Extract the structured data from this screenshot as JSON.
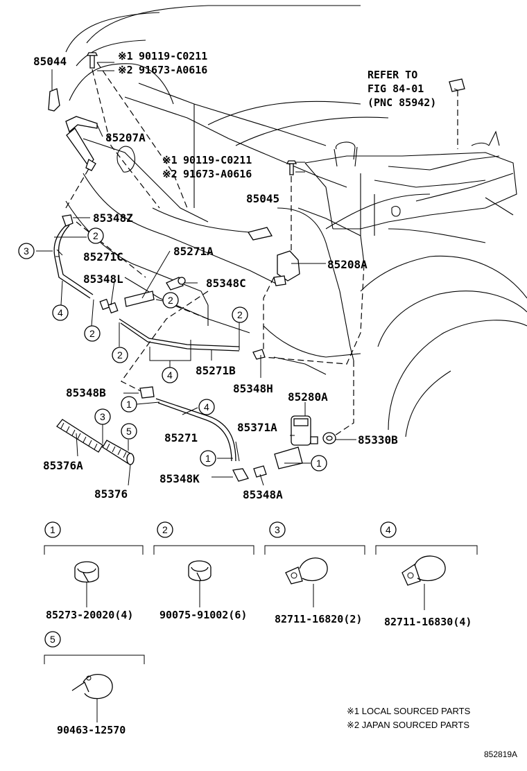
{
  "parts": {
    "p85044": "85044",
    "p85207A": "85207A",
    "p85348Z": "85348Z",
    "p85271C": "85271C",
    "p85271A": "85271A",
    "p85348L": "85348L",
    "p85348C": "85348C",
    "p85045": "85045",
    "p85208A": "85208A",
    "p85271B": "85271B",
    "p85348H": "85348H",
    "p85348B": "85348B",
    "p85280A": "85280A",
    "p85271": "85271",
    "p85371A": "85371A",
    "p85330B": "85330B",
    "p85376A": "85376A",
    "p85376": "85376",
    "p85348K": "85348K",
    "p85348A": "85348A"
  },
  "bolt_top": {
    "m1": "※1",
    "m2": "※2",
    "n1": "90119-C0211",
    "n2": "91673-A0616"
  },
  "bolt_mid": {
    "m1": "※1",
    "m2": "※2",
    "n1": "90119-C0211",
    "n2": "91673-A0616"
  },
  "refer": {
    "line1": "REFER TO",
    "line2": "FIG 84-01",
    "line3": "(PNC 85942)"
  },
  "callouts": [
    "1",
    "2",
    "3",
    "4",
    "5"
  ],
  "legend_items": [
    {
      "num": "1",
      "part": "85273-20020(4)"
    },
    {
      "num": "2",
      "part": "90075-91002(6)"
    },
    {
      "num": "3",
      "part": "82711-16820(2)"
    },
    {
      "num": "4",
      "part": "82711-16830(4)"
    },
    {
      "num": "5",
      "part": "90463-12570"
    }
  ],
  "notes": {
    "n1": "※1 LOCAL SOURCED PARTS",
    "n2": "※2 JAPAN SOURCED PARTS"
  },
  "illustration_id": "852819A"
}
